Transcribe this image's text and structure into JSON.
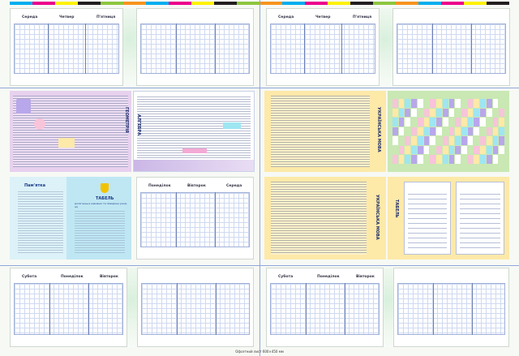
{
  "top_days": [
    "Середа",
    "Четвер",
    "П'ятниця",
    "Середа",
    "Четвер",
    "П'ятниця"
  ],
  "bottom_days": [
    "Субота",
    "Понеділок",
    "Вівторок",
    "Субота",
    "Понеділок",
    "Вівторок"
  ],
  "mid_days": [
    "Понеділок",
    "Вівторок",
    "Середа"
  ],
  "panels": {
    "geometry_title": "ГЕОМЕТРІЯ",
    "algebra_title": "АЛГЕБРА",
    "ukr_title": "УКРАЇНСЬКА МОВА",
    "memo_title": "Пам'ятка",
    "tabel_title": "ТАБЕЛЬ",
    "tabel_sub": "досягнень в навчанні та поведінці учня(-ці)",
    "rozklad_title": "Розклад"
  },
  "colors": {
    "cyan_band": "#bfe7f3",
    "lilac_band": "#e7d1ee",
    "yellow_band": "#fde9a8",
    "green_band": "#c9e8b3",
    "cut": "#8fa7d8"
  },
  "footer": "Офсетний лист 600×450 мм"
}
